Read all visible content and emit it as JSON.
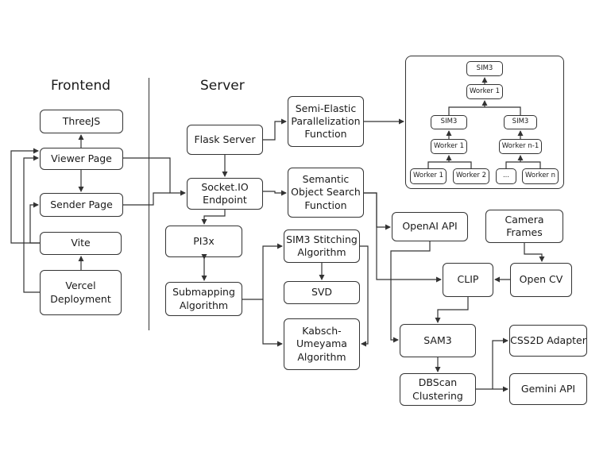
{
  "sections": {
    "frontend": "Frontend",
    "server": "Server"
  },
  "frontend": {
    "threejs": "ThreeJS",
    "viewer_page": "Viewer Page",
    "sender_page": "Sender Page",
    "vite": "Vite",
    "vercel": "Vercel\nDeployment"
  },
  "server": {
    "flask": "Flask Server",
    "socketio": "Socket.IO\nEndpoint",
    "pi3x": "PI3x",
    "submapping": "Submapping\nAlgorithm",
    "semi_elastic": "Semi-Elastic\nParallelization\nFunction",
    "semantic_search": "Semantic\nObject Search\nFunction",
    "sim3_stitching": "SIM3 Stitching\nAlgorithm",
    "svd": "SVD",
    "kabsch": "Kabsch-\nUmeyama\nAlgorithm",
    "openai": "OpenAI API",
    "camera": "Camera\nFrames",
    "clip": "CLIP",
    "opencv": "Open CV",
    "sam3": "SAM3",
    "dbscan": "DBScan\nClustering",
    "css2d": "CSS2D Adapter",
    "gemini": "Gemini API"
  },
  "tree": {
    "sim3_root": "SIM3",
    "worker_top": "Worker 1",
    "sim3_left": "SIM3",
    "sim3_right": "SIM3",
    "worker_left": "Worker 1",
    "worker_right": "Worker n-1",
    "leaf_1": "Worker 1",
    "leaf_2": "Worker 2",
    "leaf_3": "...",
    "leaf_4": "Worker n"
  }
}
